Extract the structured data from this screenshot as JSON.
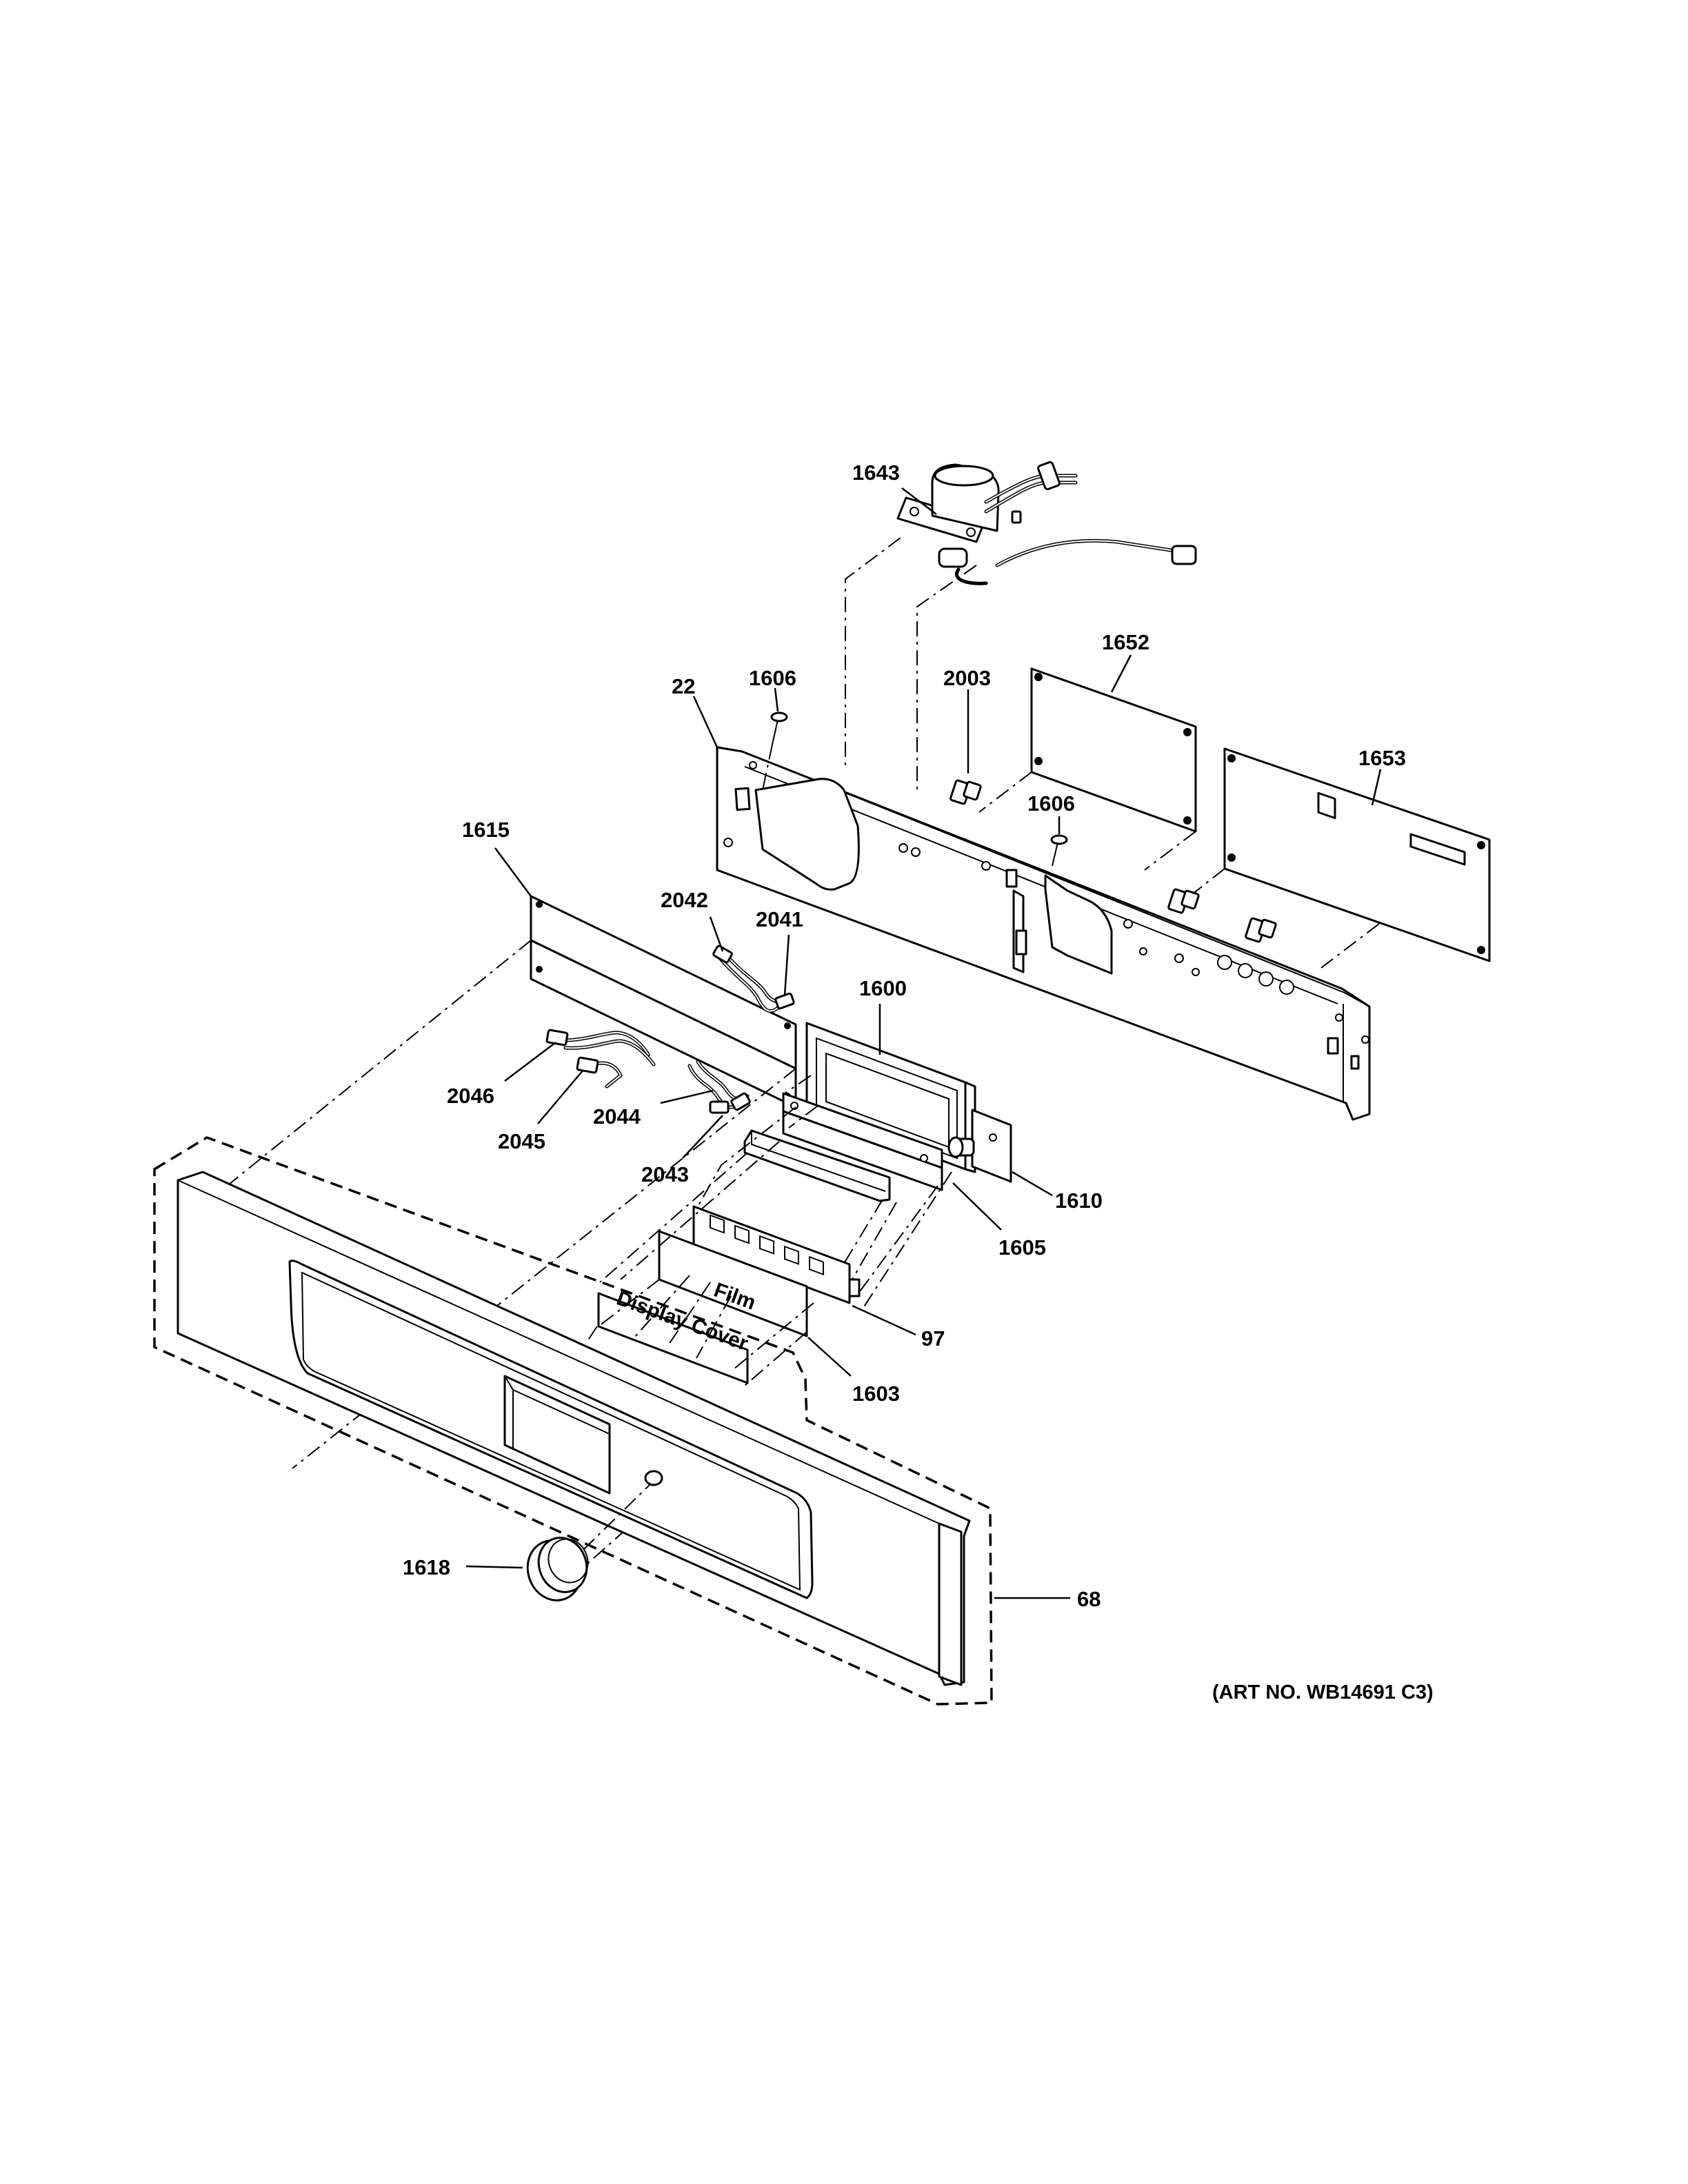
{
  "callouts": {
    "c1643": "1643",
    "c1652": "1652",
    "c1653": "1653",
    "c2003": "2003",
    "c1606a": "1606",
    "c1606b": "1606",
    "c22": "22",
    "c1615": "1615",
    "c2042": "2042",
    "c2041": "2041",
    "c1600": "1600",
    "c2046": "2046",
    "c2045": "2045",
    "c2044": "2044",
    "c2043": "2043",
    "c1610": "1610",
    "c1605": "1605",
    "c97": "97",
    "c1603": "1603",
    "c1618": "1618",
    "c68": "68"
  },
  "labels": {
    "film": "Film",
    "display_cover": "Display Cover"
  },
  "art_number": "(ART NO. WB14691 C3)"
}
